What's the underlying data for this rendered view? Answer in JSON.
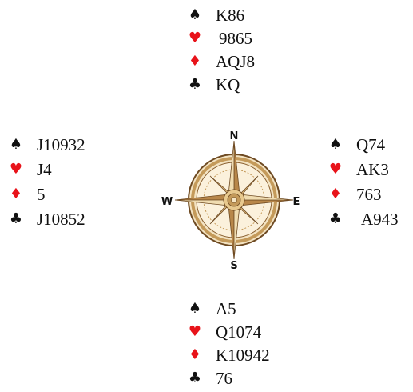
{
  "compass": {
    "north": "N",
    "south": "S",
    "east": "E",
    "west": "W"
  },
  "colors": {
    "red_suit": "#e8131a",
    "black_suit": "#111111",
    "compass_gold": "#c49a5a",
    "compass_brown": "#6e4a22"
  },
  "hands": {
    "north": {
      "spades": {
        "symbol": "♠",
        "cards": "K86"
      },
      "hearts": {
        "symbol": "♥",
        "cards": "9865"
      },
      "diamonds": {
        "symbol": "♦",
        "cards": "AQJ8"
      },
      "clubs": {
        "symbol": "♣",
        "cards": "KQ"
      }
    },
    "west": {
      "spades": {
        "symbol": "♠",
        "cards": "J10932"
      },
      "hearts": {
        "symbol": "♥",
        "cards": "J4"
      },
      "diamonds": {
        "symbol": "♦",
        "cards": "5"
      },
      "clubs": {
        "symbol": "♣",
        "cards": "J10852"
      }
    },
    "east": {
      "spades": {
        "symbol": "♠",
        "cards": "Q74"
      },
      "hearts": {
        "symbol": "♥",
        "cards": "AK3"
      },
      "diamonds": {
        "symbol": "♦",
        "cards": "763"
      },
      "clubs": {
        "symbol": "♣",
        "cards": "A943"
      }
    },
    "south": {
      "spades": {
        "symbol": "♠",
        "cards": "A5"
      },
      "hearts": {
        "symbol": "♥",
        "cards": "Q1074"
      },
      "diamonds": {
        "symbol": "♦",
        "cards": "K10942"
      },
      "clubs": {
        "symbol": "♣",
        "cards": "76"
      }
    }
  }
}
